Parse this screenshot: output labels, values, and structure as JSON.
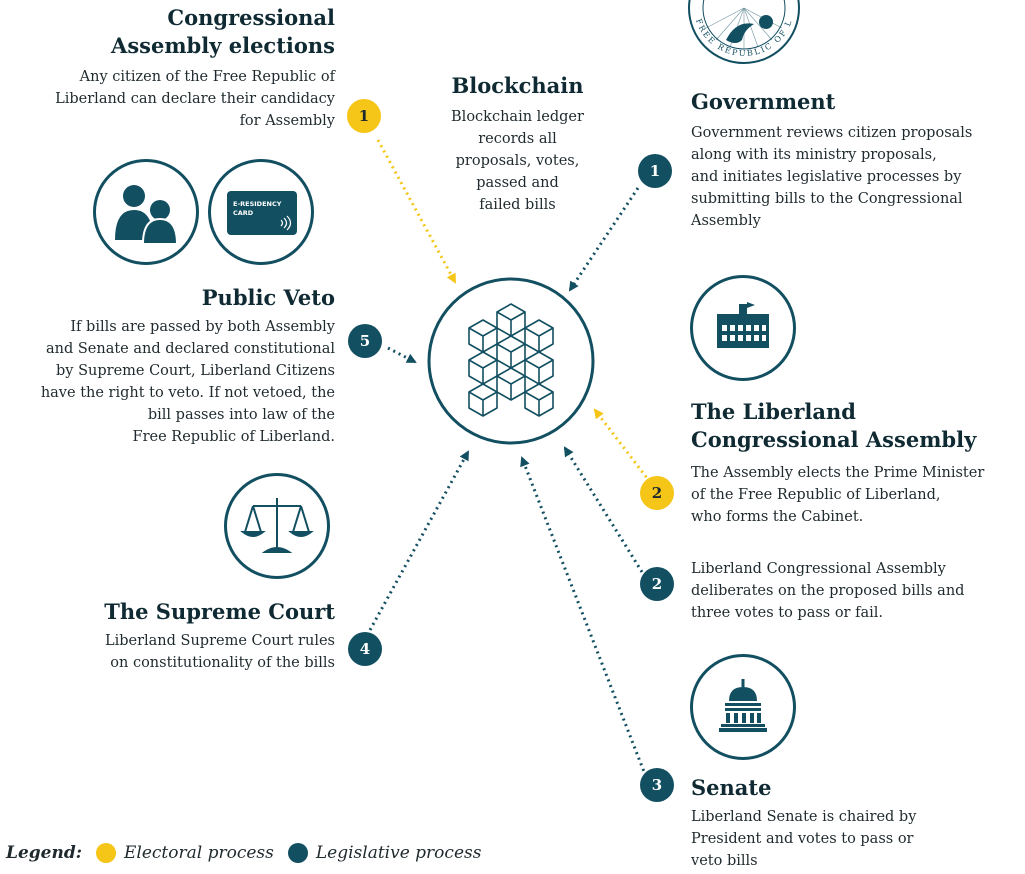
{
  "colors": {
    "electoral": "#f5c518",
    "legislative": "#124f61"
  },
  "sections": {
    "congressional_elections": {
      "title_line1": "Congressional",
      "title_line2": "Assembly elections",
      "body": [
        "Any citizen of the Free Republic of",
        "Liberland can declare their candidacy",
        "for Assembly"
      ]
    },
    "blockchain": {
      "title": "Blockchain",
      "body": [
        "Blockchain ledger",
        "records all",
        "proposals, votes,",
        "passed and",
        "failed bills"
      ]
    },
    "government": {
      "title": "Government",
      "body": [
        "Government reviews citizen proposals",
        "along with its ministry proposals,",
        "and initiates legislative processes by",
        "submitting bills to the Congressional",
        "Assembly"
      ]
    },
    "public_veto": {
      "title": "Public Veto",
      "body": [
        "If bills are passed by both Assembly",
        "and Senate and declared constitutional",
        "by Supreme Court, Liberland Citizens",
        "have the right to veto. If not vetoed, the",
        "bill passes into law of the",
        "Free Republic of Liberland."
      ]
    },
    "congressional_assembly": {
      "title_line1": "The Liberland",
      "title_line2": "Congressional Assembly",
      "body": [
        "The Assembly elects the Prime Minister",
        "of the Free Republic of Liberland,",
        "who forms the Cabinet."
      ]
    },
    "assembly_deliberation": {
      "body": [
        "Liberland Congressional Assembly",
        "deliberates on the proposed bills and",
        "three votes to pass or fail."
      ]
    },
    "supreme_court": {
      "title": "The Supreme Court",
      "body": [
        "Liberland Supreme Court rules",
        "on constitutionality of the bills"
      ]
    },
    "senate": {
      "title": "Senate",
      "body": [
        "Liberland Senate is chaired by",
        "President and votes to pass or",
        "veto bills"
      ]
    }
  },
  "card": {
    "line1": "E-RESIDENCY",
    "line2": "CARD"
  },
  "seal": {
    "text": "FREE REPUBLIC OF LIBERLAND"
  },
  "badges": {
    "elections": "1",
    "government": "1",
    "public_veto": "5",
    "assembly_electoral": "2",
    "assembly_legislative": "2",
    "supreme_court": "4",
    "senate": "3"
  },
  "legend": {
    "title": "Legend:",
    "items": [
      {
        "label": "Electoral process",
        "color": "#f5c518"
      },
      {
        "label": "Legislative process",
        "color": "#124f61"
      }
    ]
  }
}
